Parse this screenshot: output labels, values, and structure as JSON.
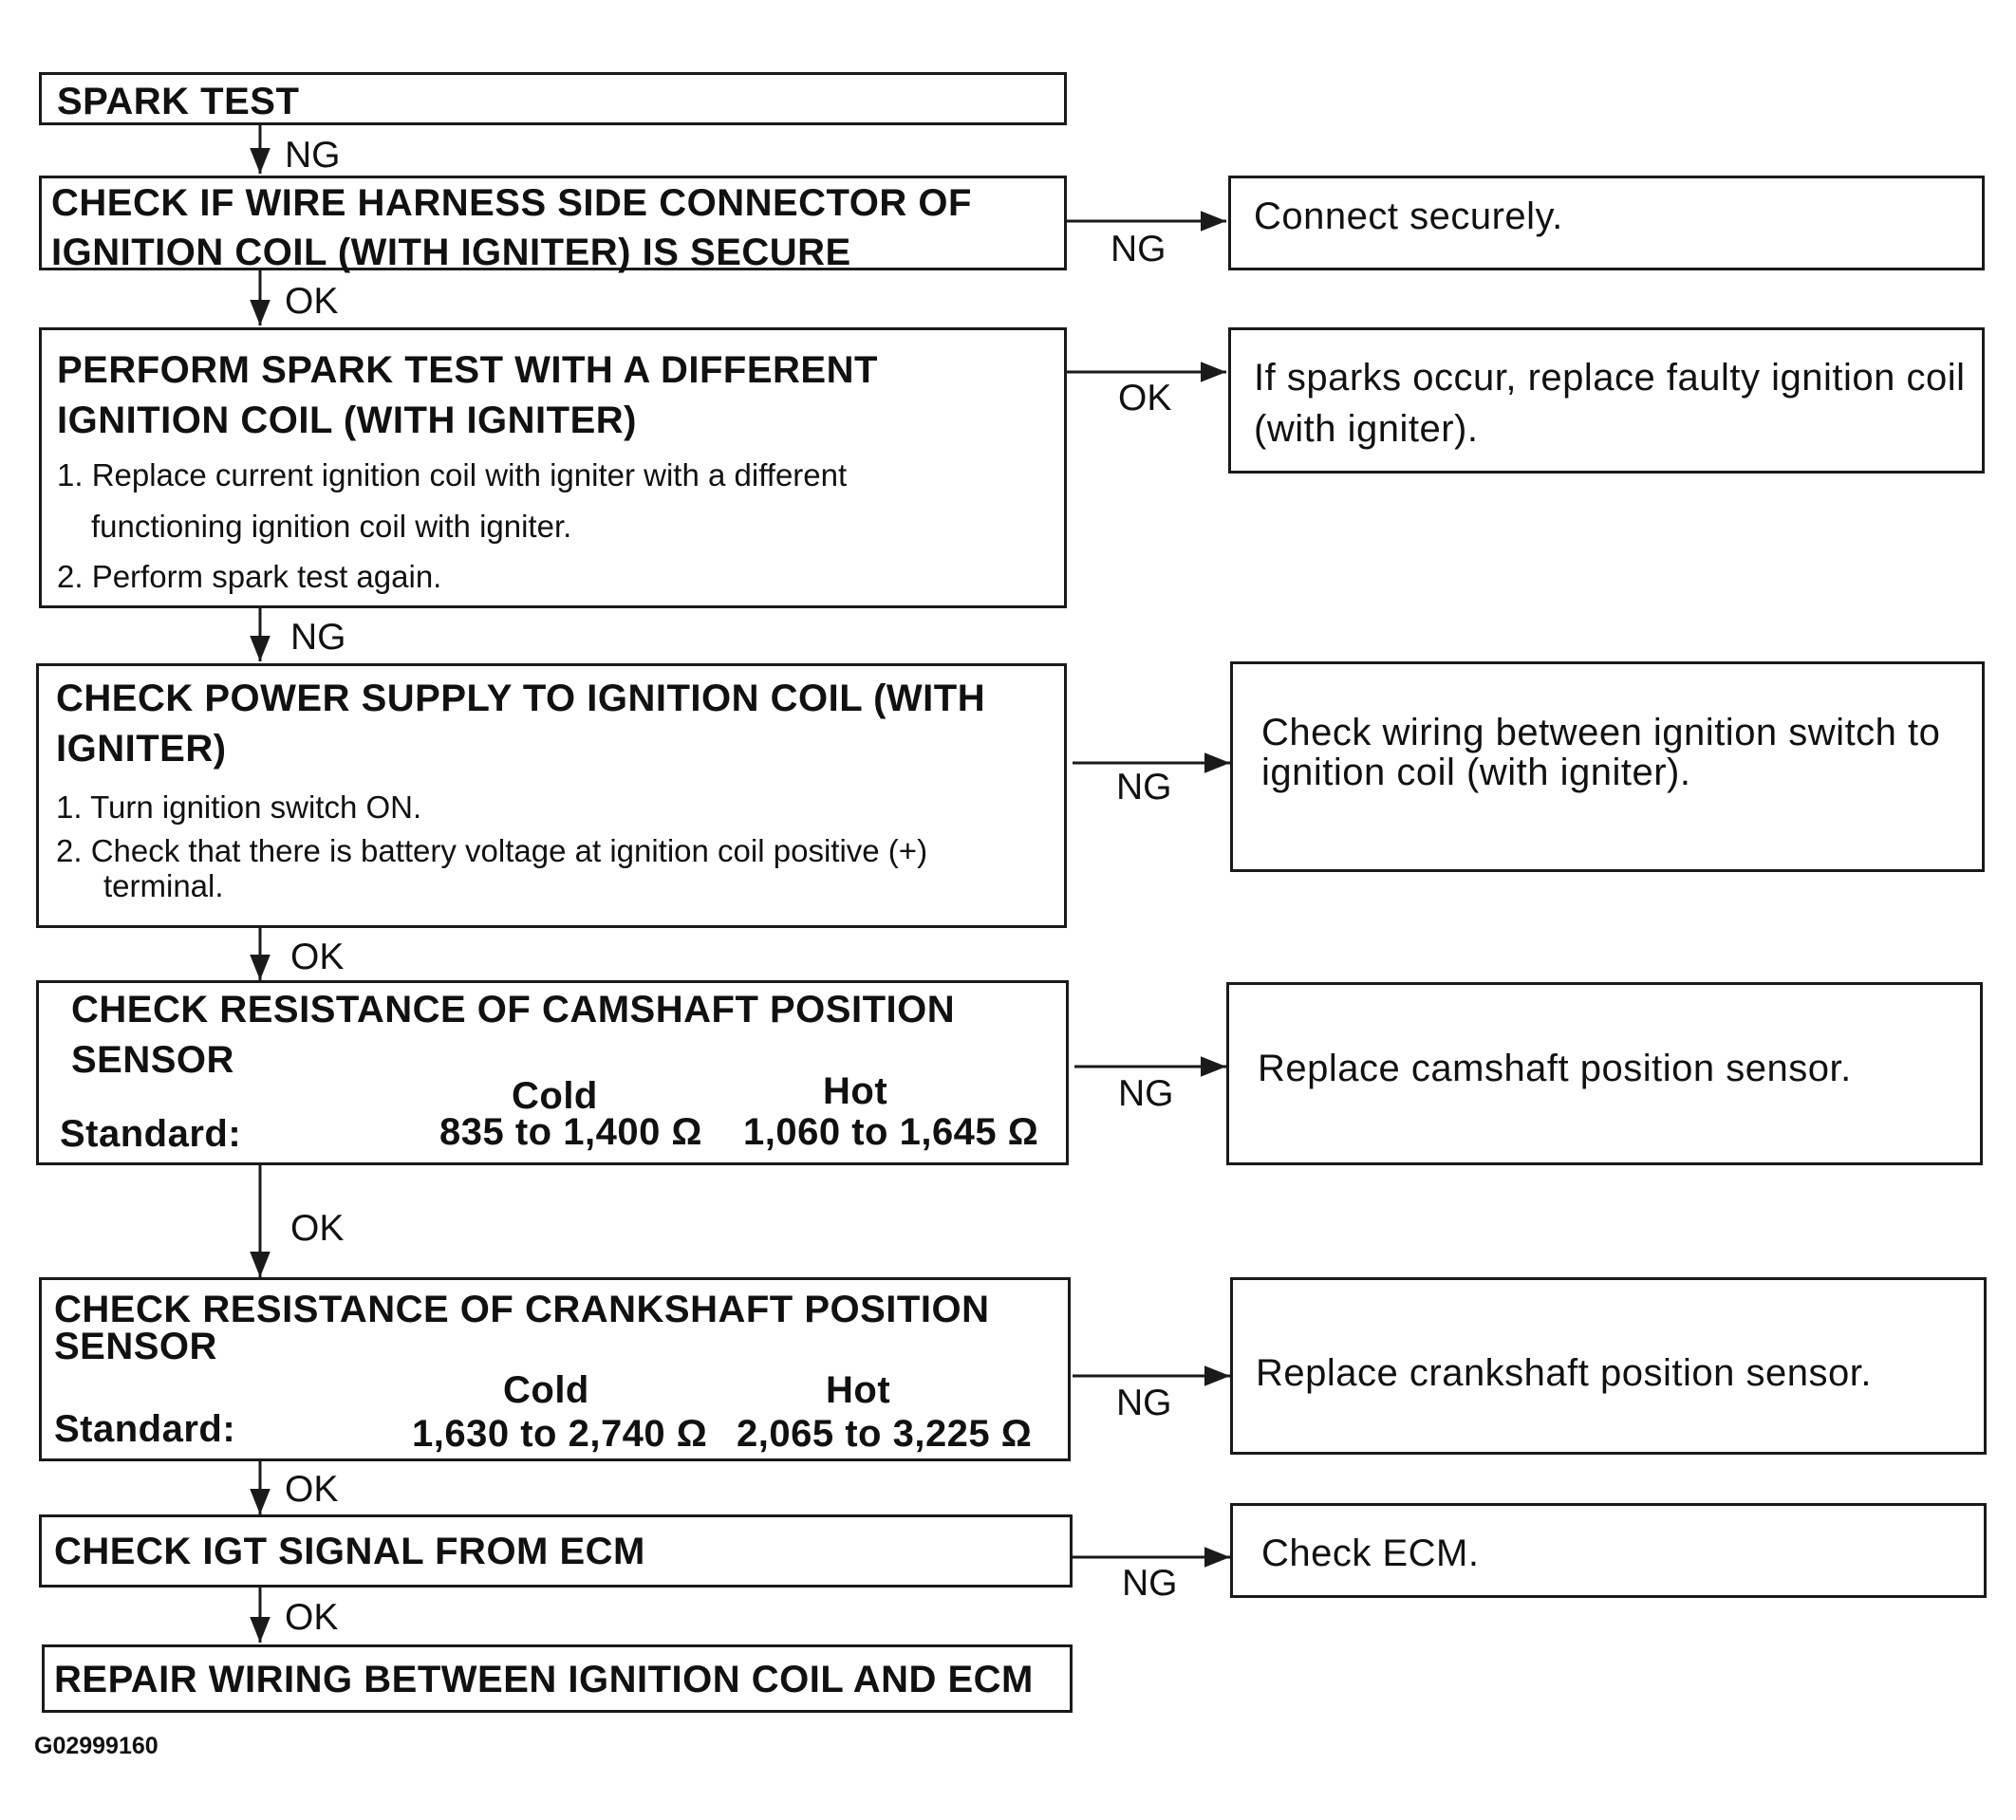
{
  "steps": {
    "spark_test": {
      "title": "SPARK TEST"
    },
    "check_connector": {
      "title_line1": "CHECK  IF  WIRE  HARNESS  SIDE  CONNECTOR  OF",
      "title_line2": "IGNITION COIL (WITH IGNITER) IS SECURE"
    },
    "perform_spark": {
      "title_line1": "PERFORM SPARK TEST WITH A DIFFERENT",
      "title_line2": "IGNITION COIL (WITH IGNITER)",
      "step1_line1": "1. Replace current ignition coil with igniter with a different",
      "step1_line2": "functioning ignition coil with igniter.",
      "step2": "2. Perform spark test again."
    },
    "power_supply": {
      "title_line1": "CHECK POWER SUPPLY TO IGNITION COIL (WITH",
      "title_line2": "IGNITER)",
      "step1": "1. Turn ignition switch ON.",
      "step2_line1": "2. Check that there is battery voltage at ignition coil positive (+)",
      "step2_line2": "terminal."
    },
    "camshaft": {
      "title_line1": "CHECK RESISTANCE OF CAMSHAFT POSITION",
      "title_line2": "SENSOR",
      "standard_label": "Standard:",
      "cold_label": "Cold",
      "hot_label": "Hot",
      "cold_value": "835 to 1,400 Ω",
      "hot_value": "1,060 to 1,645 Ω"
    },
    "crankshaft": {
      "title_line1": "CHECK RESISTANCE OF CRANKSHAFT POSITION",
      "title_line2": "SENSOR",
      "standard_label": "Standard:",
      "cold_label": "Cold",
      "hot_label": "Hot",
      "cold_value": "1,630 to 2,740 Ω",
      "hot_value": "2,065 to 3,225 Ω"
    },
    "igt_signal": {
      "title": "CHECK IGT SIGNAL FROM ECM"
    },
    "repair_wiring": {
      "title": "REPAIR WIRING BETWEEN IGNITION COIL AND ECM"
    }
  },
  "results": {
    "connect": "Connect securely.",
    "sparks_line1": "If  sparks  occur,  replace  faulty  ignition  coil",
    "sparks_line2": "(with igniter).",
    "wiring_line1": "Check wiring between ignition switch to",
    "wiring_line2": "ignition coil (with igniter).",
    "replace_cam": "Replace camshaft position sensor.",
    "replace_crank": "Replace crankshaft position sensor.",
    "check_ecm": "Check ECM."
  },
  "labels": {
    "ng1": "NG",
    "ok1": "OK",
    "ng2": "NG",
    "ok2": "OK",
    "ok3": "OK",
    "ok4": "OK",
    "ok5": "OK",
    "side_ng1": "NG",
    "side_ok": "OK",
    "side_ng2": "NG",
    "side_ng3": "NG",
    "side_ng4": "NG",
    "side_ng5": "NG"
  },
  "figure_id": "G02999160"
}
